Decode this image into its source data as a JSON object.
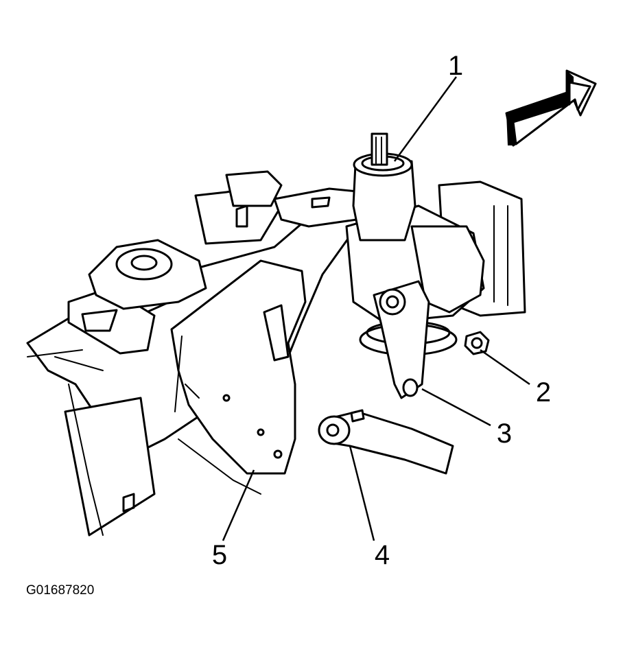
{
  "figure_id": "G01687820",
  "callouts": [
    "1",
    "2",
    "3",
    "4",
    "5"
  ]
}
